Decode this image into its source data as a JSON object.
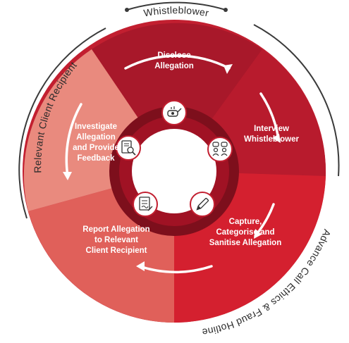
{
  "outer_ring": {
    "top_label": "Whistleblower",
    "left_label": "Relevant Client Recipient",
    "right_label": "Advance Call Ethics & Fraud Hotline"
  },
  "steps": [
    {
      "label_lines": [
        "Disclose",
        "Allegation"
      ],
      "icon": "whistle-icon"
    },
    {
      "label_lines": [
        "Interview",
        "Whistleblower"
      ],
      "icon": "chat-people-icon"
    },
    {
      "label_lines": [
        "Capture,",
        "Categorise and",
        "Sanitise Allegation"
      ],
      "icon": "pen-icon"
    },
    {
      "label_lines": [
        "Report Allegation",
        "to Relevant",
        "Client Recipient"
      ],
      "icon": "signed-document-icon"
    },
    {
      "label_lines": [
        "Investigate",
        "Allegation",
        "and Provide",
        "Feedback"
      ],
      "icon": "magnifier-document-icon"
    }
  ],
  "colors": {
    "dark_red": "#a8182a",
    "mid_red": "#c21f30",
    "bright_red": "#d4202f",
    "salmon": "#e0605a",
    "light_salmon": "#e98a7e",
    "inner_ring": "#7d0f1c",
    "outer_line": "#3a3a3a"
  }
}
